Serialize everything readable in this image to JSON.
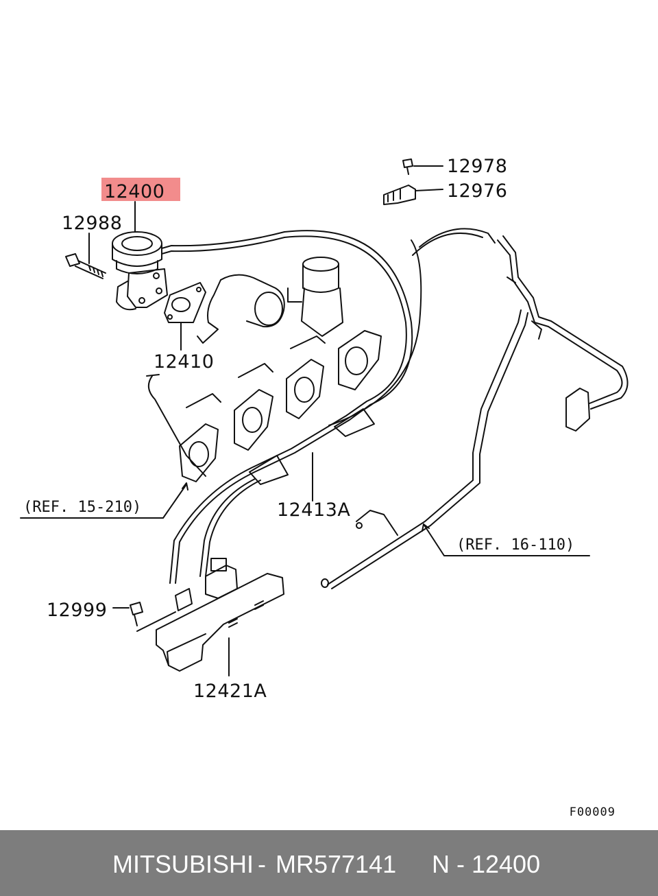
{
  "diagram": {
    "highlight_color": "#f28c8c",
    "part_labels": [
      {
        "id": "12400",
        "text": "12400",
        "highlighted": true
      },
      {
        "id": "12988",
        "text": "12988"
      },
      {
        "id": "12978",
        "text": "12978"
      },
      {
        "id": "12976",
        "text": "12976"
      },
      {
        "id": "12410",
        "text": "12410"
      },
      {
        "id": "12413A",
        "text": "12413A"
      },
      {
        "id": "12999",
        "text": "12999"
      },
      {
        "id": "12421A",
        "text": "12421A"
      }
    ],
    "references": [
      {
        "id": "ref15",
        "text": "(REF. 15-210)"
      },
      {
        "id": "ref16",
        "text": "(REF. 16-110)"
      }
    ],
    "figure_code": "F00009"
  },
  "footer": {
    "brand": "MITSUBISHI",
    "separator": "-",
    "part_number": "MR577141",
    "group": "N - 12400",
    "background": "#7d7d7d"
  }
}
